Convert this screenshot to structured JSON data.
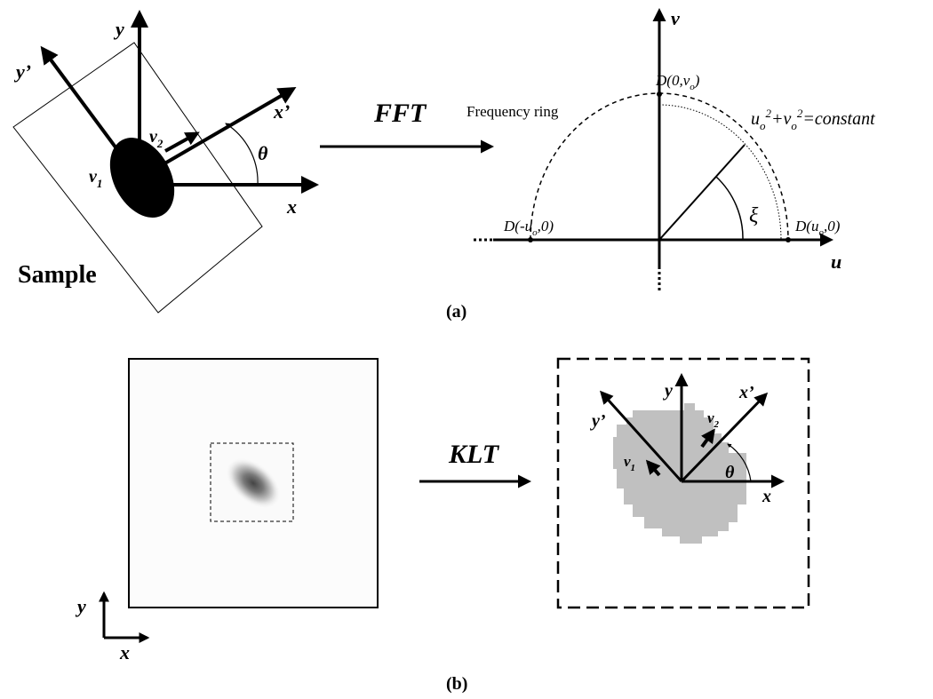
{
  "panel_a": {
    "caption": "(a)",
    "sample": {
      "label": "Sample",
      "axis_x": "x",
      "axis_y": "y",
      "axis_xp": "x’",
      "axis_yp": "y’",
      "vec_v1": "v",
      "vec_v1_sub": "1",
      "vec_v2": "v",
      "vec_v2_sub": "2",
      "angle": "θ"
    },
    "transform_label": "FFT",
    "spectrum": {
      "ring_label": "Frequency ring",
      "axis_u": "u",
      "axis_v": "v",
      "angle": "ξ",
      "point_top": "D(0,v",
      "point_top_sub": "o",
      "point_top_end": ")",
      "point_left": "D(-u",
      "point_left_sub": "o",
      "point_left_end": ",0)",
      "point_right": "D(u",
      "point_right_sub": "o",
      "point_right_end": ",0)",
      "equation": {
        "u": "u",
        "u_sub": "o",
        "sq1": "2",
        "plus": "+v",
        "v_sub": "o",
        "sq2": "2",
        "rest": "=constant"
      }
    }
  },
  "panel_b": {
    "caption": "(b)",
    "transform_label": "KLT",
    "coords": {
      "axis_x": "x",
      "axis_y": "y"
    },
    "result": {
      "axis_x": "x",
      "axis_y": "y",
      "axis_xp": "x’",
      "axis_yp": "y’",
      "vec_v1": "v",
      "vec_v1_sub": "1",
      "vec_v2": "v",
      "vec_v2_sub": "2",
      "angle": "θ"
    }
  }
}
